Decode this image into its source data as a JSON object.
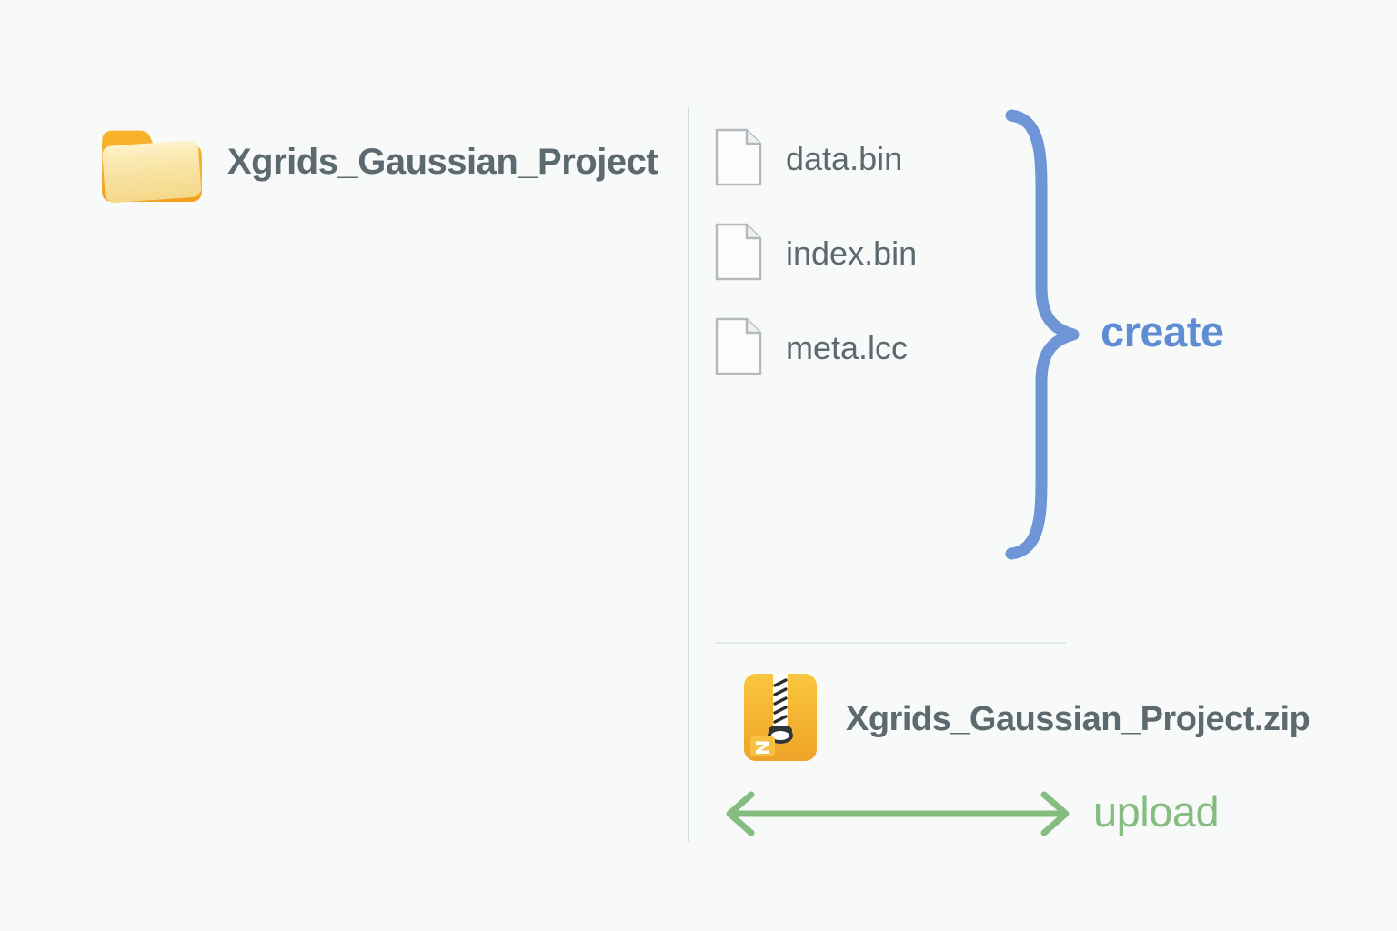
{
  "diagram": {
    "folder": {
      "label": "Xgrids_Gaussian_Project"
    },
    "files": [
      {
        "name": "data.bin"
      },
      {
        "name": "index.bin"
      },
      {
        "name": "meta.lcc"
      }
    ],
    "create_label": "create",
    "zip": {
      "label": "Xgrids_Gaussian_Project.zip"
    },
    "upload_label": "upload"
  },
  "icons": {
    "folder": "folder-icon",
    "file": "file-icon",
    "zip": "zip-archive-icon",
    "brace": "curly-brace-shape",
    "arrow": "double-headed-arrow-icon"
  },
  "colors": {
    "background": "#f8f9f9",
    "text": "#5c6a70",
    "accent_blue": "#5f8dd3",
    "brace_blue": "#6e96d6",
    "accent_green": "#85bd80",
    "divider": "#cdd9e5",
    "divider_light": "#dfe7ef",
    "folder_yellow": "#f6a81f",
    "folder_front": "#f8e09b",
    "zip_orange": "#f2a92c",
    "file_border": "#b3b9bd"
  }
}
